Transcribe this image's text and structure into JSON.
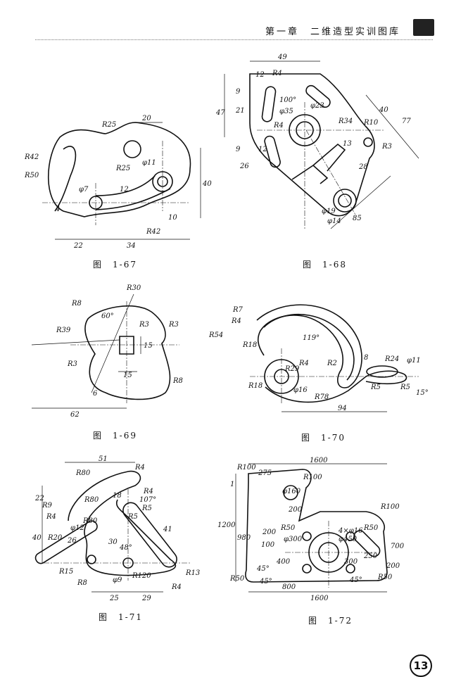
{
  "header": {
    "title": "第一章　二维造型实训图库"
  },
  "page_number": "13",
  "figures": [
    {
      "caption": "图　1-67",
      "labels": [
        "R25",
        "20",
        "R42",
        "R50",
        "R25",
        "φ11",
        "12",
        "φ7",
        "4",
        "40",
        "10",
        "22",
        "34",
        "R42"
      ]
    },
    {
      "caption": "图　1-68",
      "labels": [
        "49",
        "12",
        "R4",
        "9",
        "21",
        "47",
        "100°",
        "φ23",
        "φ35",
        "R34",
        "40",
        "77",
        "R4",
        "R10",
        "13",
        "R3",
        "9",
        "12",
        "26",
        "28",
        "φ19",
        "φ14",
        "85"
      ]
    },
    {
      "caption": "图　1-69",
      "labels": [
        "R8",
        "R30",
        "60°",
        "R3",
        "R39",
        "R3",
        "15",
        "R3",
        "15",
        "R8",
        "6",
        "62"
      ]
    },
    {
      "caption": "图　1-70",
      "labels": [
        "R7",
        "R4",
        "R54",
        "R18",
        "119°",
        "R4",
        "R2",
        "R24",
        "8",
        "φ11",
        "R29",
        "R18",
        "φ16",
        "R78",
        "R5",
        "R5",
        "15°",
        "94"
      ]
    },
    {
      "caption": "图　1-71",
      "labels": [
        "51",
        "R80",
        "R4",
        "R4",
        "22",
        "R9",
        "R80",
        "18",
        "107°",
        "R4",
        "R5",
        "R80",
        "R5",
        "41",
        "40",
        "R20",
        "26",
        "φ12",
        "30",
        "48°",
        "R15",
        "R8",
        "φ9",
        "R120",
        "R13",
        "R4",
        "25",
        "29"
      ]
    },
    {
      "caption": "图　1-72",
      "labels": [
        "1600",
        "R100",
        "275",
        "R100",
        "φ160",
        "1",
        "200",
        "R100",
        "1200",
        "980",
        "200",
        "R50",
        "4×φ16",
        "φ300",
        "φ450",
        "R50",
        "700",
        "100",
        "400",
        "300",
        "250",
        "200",
        "R50",
        "45°",
        "45°",
        "R50",
        "45°",
        "800",
        "1600"
      ]
    }
  ]
}
